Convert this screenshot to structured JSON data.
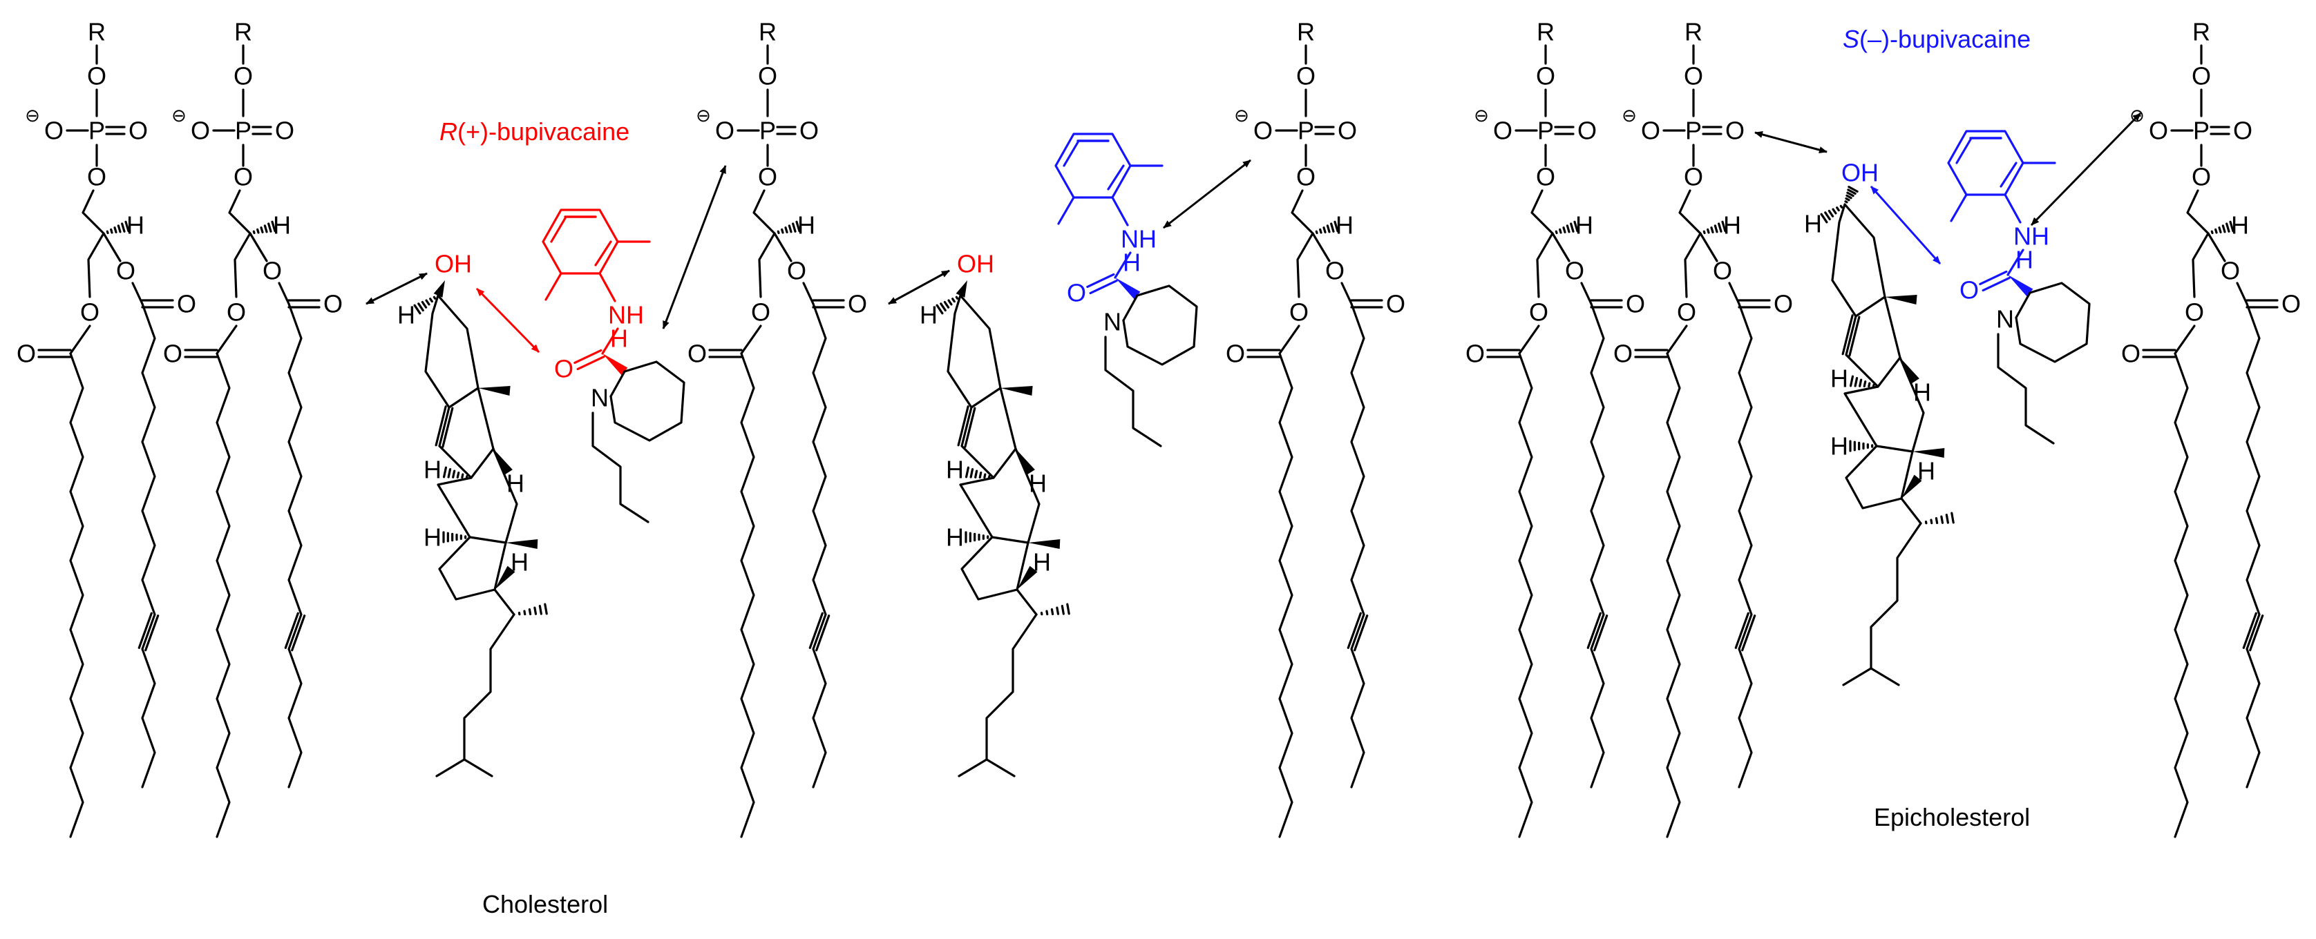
{
  "colors": {
    "default": "#000000",
    "r_enantiomer": "#ff0000",
    "s_enantiomer": "#1414ff"
  },
  "labels": {
    "r_bupivacaine_italic": "R",
    "r_bupivacaine_rest": "(+)-bupivacaine",
    "s_bupivacaine_italic": "S",
    "s_bupivacaine_rest": "(–)-bupivacaine",
    "cholesterol": "Cholesterol",
    "epicholesterol": "Epicholesterol"
  },
  "atoms": {
    "R": "R",
    "O": "O",
    "P": "P",
    "H": "H",
    "N": "N",
    "NH": "NH",
    "OH": "OH",
    "charge": "⊖"
  },
  "phospholipids": [
    {
      "id": "lipid-1",
      "chains": [
        "saturated",
        "oleoyl"
      ]
    },
    {
      "id": "lipid-2",
      "chains": [
        "saturated",
        "oleoyl"
      ]
    },
    {
      "id": "lipid-3",
      "chains": [
        "saturated",
        "oleoyl"
      ]
    },
    {
      "id": "lipid-4",
      "chains": [
        "saturated",
        "oleoyl"
      ]
    },
    {
      "id": "lipid-5",
      "chains": [
        "saturated",
        "oleoyl"
      ]
    },
    {
      "id": "lipid-6",
      "chains": [
        "saturated",
        "oleoyl"
      ]
    },
    {
      "id": "lipid-7",
      "chains": [
        "saturated",
        "oleoyl"
      ]
    }
  ],
  "interactions": [
    {
      "id": "chol1-oh-to-lipid2-carbonyl",
      "type": "double-headed",
      "color": "default"
    },
    {
      "id": "r-nh-to-lipid3-phosphate",
      "type": "double-headed",
      "color": "default"
    },
    {
      "id": "r-oh-to-amide-carbonyl",
      "type": "double-headed",
      "color": "r_enantiomer"
    },
    {
      "id": "chol2-oh-to-lipid3-carbonyl",
      "type": "double-headed",
      "color": "default"
    },
    {
      "id": "s-nh-to-lipid4-phosphate",
      "type": "double-headed",
      "color": "default"
    },
    {
      "id": "lipid6-phosphate-to-epichol-oh",
      "type": "double-headed",
      "color": "default"
    },
    {
      "id": "epichol-oh-to-s-amide",
      "type": "double-headed",
      "color": "s_enantiomer"
    },
    {
      "id": "s-nh-to-lipid7-phosphate",
      "type": "double-headed",
      "color": "default"
    }
  ]
}
